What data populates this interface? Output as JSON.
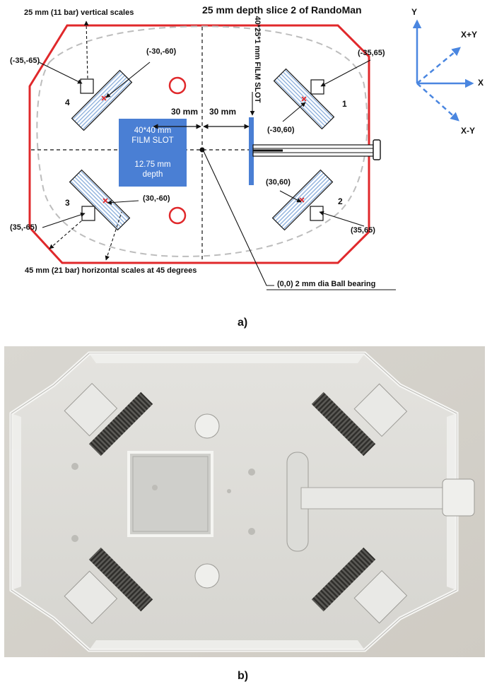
{
  "diagram": {
    "title": "25 mm depth slice 2 of RandoMan",
    "vertical_scales_note": "25 mm (11 bar) vertical scales",
    "horizontal_scales_note": "45 mm (21 bar) horizontal scales at 45 degrees",
    "ball_bearing_note": "(0,0) 2 mm dia Ball bearing",
    "film_slot_small": "40*25*1 mm FILM SLOT",
    "film_slot_big": {
      "line1": "40*40 mm",
      "line2": "FILM SLOT",
      "line3": "12.75 mm",
      "line4": "depth"
    },
    "dim_left": "30 mm",
    "dim_right": "30 mm",
    "scale_numbers": [
      "1",
      "2",
      "3",
      "4"
    ],
    "coords": {
      "c1": "(-35,-65)",
      "c2": "(-30,-60)",
      "c3": "(-35,65)",
      "c4": "(-30,60)",
      "c5": "(30,-60)",
      "c6": "(35,-65)",
      "c7": "(30,60)",
      "c8": "(35,65)"
    },
    "axes": {
      "y": "Y",
      "x": "X",
      "xpy": "X+Y",
      "xmy": "X-Y"
    },
    "caption": "a)"
  },
  "photo": {
    "caption": "b)"
  },
  "colors": {
    "outline": "#e0282b",
    "film": "#4a7fd4",
    "axis_arrow": "#4a86e0",
    "dashed_grey": "#bdbdbd"
  }
}
